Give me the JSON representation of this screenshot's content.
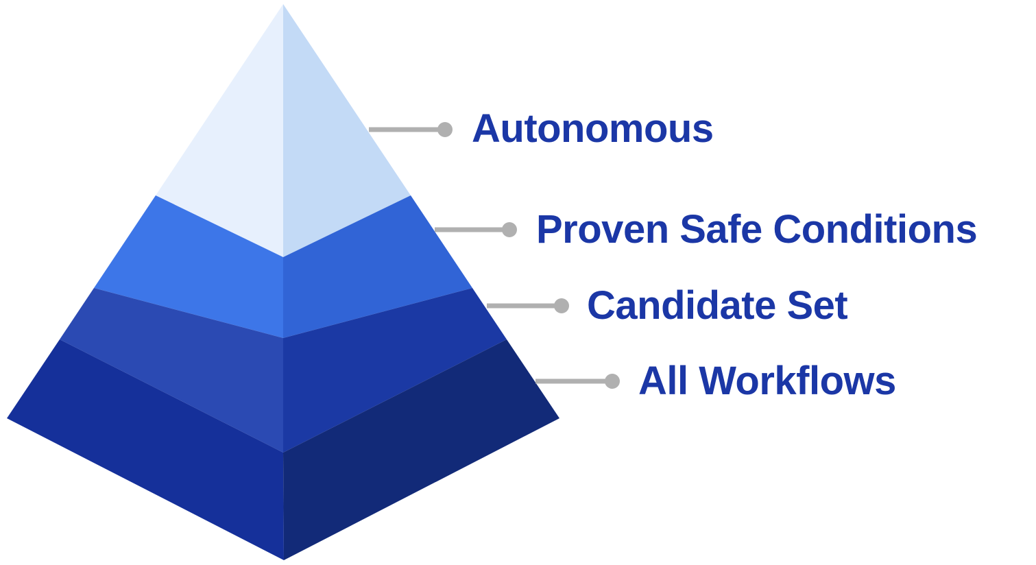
{
  "diagram": {
    "type": "layered-pyramid",
    "title": null,
    "background_color": "#ffffff",
    "label_color": "#1b37a6",
    "connector_color": "#b0b0b0",
    "layers": [
      {
        "label": "Autonomous",
        "left_face_color": "#e7f0fd",
        "right_face_color": "#c3daf6",
        "position": "top"
      },
      {
        "label": "Proven Safe Conditions",
        "left_face_color": "#3d76e8",
        "right_face_color": "#3164d6",
        "position": "second"
      },
      {
        "label": "Candidate Set",
        "left_face_color": "#2b4ab3",
        "right_face_color": "#1b39a4",
        "position": "third"
      },
      {
        "label": "All Workflows",
        "left_face_color": "#15309a",
        "right_face_color": "#122a78",
        "position": "bottom"
      }
    ]
  }
}
